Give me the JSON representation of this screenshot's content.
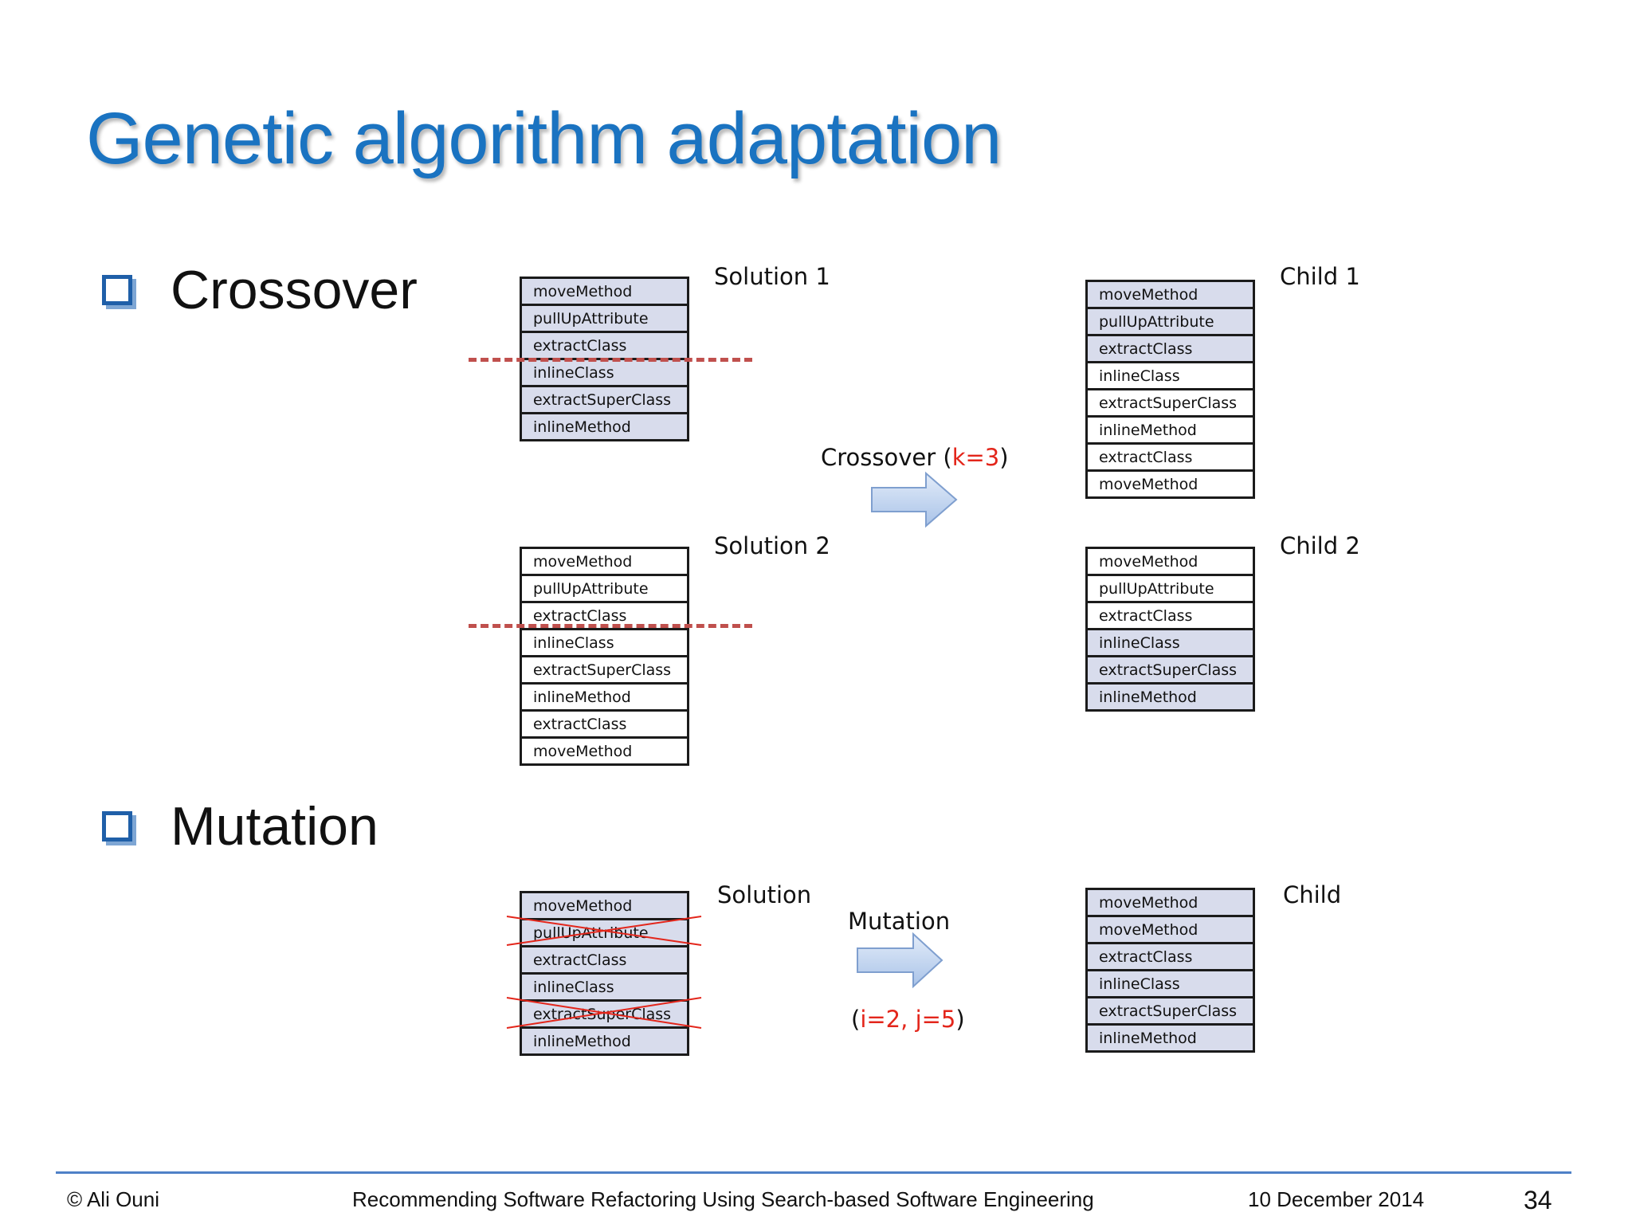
{
  "title": "Genetic algorithm adaptation",
  "bullets": {
    "crossover": "Crossover",
    "mutation": "Mutation"
  },
  "crossover": {
    "solution1": {
      "label": "Solution 1",
      "items": [
        "moveMethod",
        "pullUpAttribute",
        "extractClass",
        "inlineClass",
        "extractSuperClass",
        "inlineMethod"
      ]
    },
    "solution2": {
      "label": "Solution 2",
      "items": [
        "moveMethod",
        "pullUpAttribute",
        "extractClass",
        "inlineClass",
        "extractSuperClass",
        "inlineMethod",
        "extractClass",
        "moveMethod"
      ]
    },
    "child1": {
      "label": "Child 1",
      "items": [
        "moveMethod",
        "pullUpAttribute",
        "extractClass",
        "inlineClass",
        "extractSuperClass",
        "inlineMethod",
        "extractClass",
        "moveMethod"
      ]
    },
    "child2": {
      "label": "Child 2",
      "items": [
        "moveMethod",
        "pullUpAttribute",
        "extractClass",
        "inlineClass",
        "extractSuperClass",
        "inlineMethod"
      ]
    },
    "operator_label": "Crossover",
    "operator_param_open": "(",
    "operator_param": "k=3",
    "operator_param_close": ")"
  },
  "mutation": {
    "solution": {
      "label": "Solution",
      "items": [
        "moveMethod",
        "pullUpAttribute",
        "extractClass",
        "inlineClass",
        "extractSuperClass",
        "inlineMethod"
      ]
    },
    "child": {
      "label": "Child",
      "items": [
        "moveMethod",
        "moveMethod",
        "extractClass",
        "inlineClass",
        "extractSuperClass",
        "inlineMethod"
      ]
    },
    "operator_label": "Mutation",
    "operator_param_open": "(",
    "operator_param": "i=2, j=5",
    "operator_param_close": ")"
  },
  "colors": {
    "title": "#1a73c1",
    "shaded_cell": "#d8dcec",
    "cut_line": "#c0504d",
    "param_red": "#e3261b",
    "arrow_fill": "#c6d9f1"
  },
  "footer": {
    "author": "© Ali Ouni",
    "talk_title": "Recommending Software Refactoring Using Search-based Software Engineering",
    "date": "10 December 2014",
    "page": "34"
  }
}
